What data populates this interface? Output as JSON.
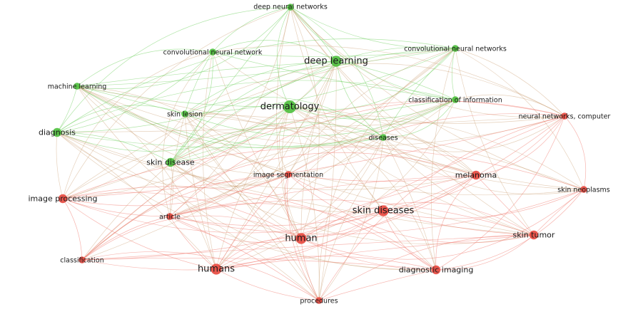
{
  "colors": {
    "cluster_green": "#4cbf3c",
    "cluster_red": "#e8473d",
    "edge_green": "#6fcf5f",
    "edge_red": "#f07a70",
    "background": "#ffffff",
    "label": "#1a1a1a"
  },
  "nodes": [
    {
      "id": "deep-neural-networks",
      "label": "deep neural networks",
      "cluster": "green",
      "weight": 2
    },
    {
      "id": "convolutional-neural-network",
      "label": "convolutional neural network",
      "cluster": "green",
      "weight": 2
    },
    {
      "id": "deep-learning",
      "label": "deep learning",
      "cluster": "green",
      "weight": 4
    },
    {
      "id": "convolutional-neural-networks",
      "label": "convolutional neural networks",
      "cluster": "green",
      "weight": 2
    },
    {
      "id": "machine-learning",
      "label": "machine learning",
      "cluster": "green",
      "weight": 2
    },
    {
      "id": "classification-of-information",
      "label": "classification of information",
      "cluster": "green",
      "weight": 2
    },
    {
      "id": "dermatology",
      "label": "dermatology",
      "cluster": "green",
      "weight": 5
    },
    {
      "id": "skin-lesion",
      "label": "skin lesion",
      "cluster": "green",
      "weight": 2
    },
    {
      "id": "diagnosis",
      "label": "diagnosis",
      "cluster": "green",
      "weight": 3
    },
    {
      "id": "diseases",
      "label": "diseases",
      "cluster": "green",
      "weight": 2
    },
    {
      "id": "skin-disease",
      "label": "skin disease",
      "cluster": "green",
      "weight": 3
    },
    {
      "id": "neural-networks-computer",
      "label": "neural networks, computer",
      "cluster": "red",
      "weight": 2
    },
    {
      "id": "image-segmentation",
      "label": "image segmentation",
      "cluster": "red",
      "weight": 2
    },
    {
      "id": "melanoma",
      "label": "melanoma",
      "cluster": "red",
      "weight": 3
    },
    {
      "id": "image-processing",
      "label": "image processing",
      "cluster": "red",
      "weight": 3
    },
    {
      "id": "skin-neoplasms",
      "label": "skin neoplasms",
      "cluster": "red",
      "weight": 2
    },
    {
      "id": "skin-diseases",
      "label": "skin diseases",
      "cluster": "red",
      "weight": 4
    },
    {
      "id": "article",
      "label": "article",
      "cluster": "red",
      "weight": 2
    },
    {
      "id": "skin-tumor",
      "label": "skin tumor",
      "cluster": "red",
      "weight": 3
    },
    {
      "id": "human",
      "label": "human",
      "cluster": "red",
      "weight": 4
    },
    {
      "id": "classification",
      "label": "classification",
      "cluster": "red",
      "weight": 2
    },
    {
      "id": "humans",
      "label": "humans",
      "cluster": "red",
      "weight": 4
    },
    {
      "id": "diagnostic-imaging",
      "label": "diagnostic imaging",
      "cluster": "red",
      "weight": 3
    },
    {
      "id": "procedures",
      "label": "procedures",
      "cluster": "red",
      "weight": 2
    }
  ]
}
